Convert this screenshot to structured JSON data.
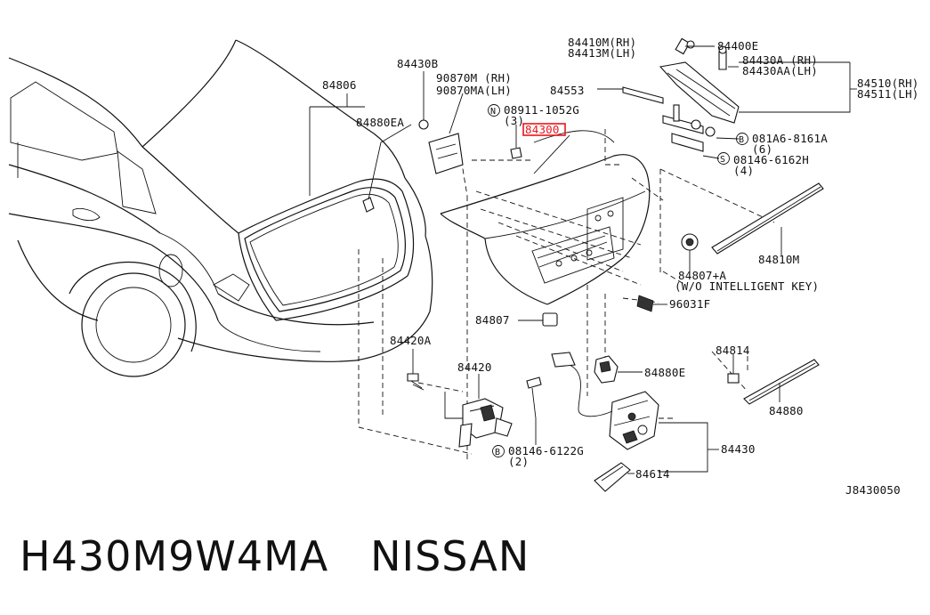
{
  "diagram": {
    "ref_code": "J8430050",
    "highlight_color": "#e8161c",
    "labels": {
      "l_84806": "84806",
      "l_84880ea": "84880EA",
      "l_84430b": "84430B",
      "l_90870m": "90870M (RH)",
      "l_90870ma": "90870MA(LH)",
      "l_08911": "08911-1052G",
      "l_08911_qty": "(3)",
      "l_84300": "84300",
      "l_84410m": "84410M(RH)",
      "l_84413m": "84413M(LH)",
      "l_84400e": "84400E",
      "l_84430a": "84430A (RH)",
      "l_84430aa": "84430AA(LH)",
      "l_84510": "84510(RH)",
      "l_84511": "84511(LH)",
      "l_84553": "84553",
      "l_081a6": "081A6-8161A",
      "l_081a6_qty": "(6)",
      "l_08146h": "08146-6162H",
      "l_08146h_qty": "(4)",
      "l_84810m": "84810M",
      "l_84807a": "84807+A",
      "l_84807a_note": "(W/O INTELLIGENT KEY)",
      "l_96031f": "96031F",
      "l_84807": "84807",
      "l_84420a": "84420A",
      "l_84420": "84420",
      "l_84880e": "84880E",
      "l_84814": "84814",
      "l_84880": "84880",
      "l_84430": "84430",
      "l_08146g": "08146-6122G",
      "l_08146g_qty": "(2)",
      "l_84614": "84614"
    },
    "prefix_symbols": {
      "n_symbol": "N",
      "b_symbol": "B",
      "s_symbol": "S"
    }
  },
  "caption": "H430M9W4MA   NISSAN"
}
